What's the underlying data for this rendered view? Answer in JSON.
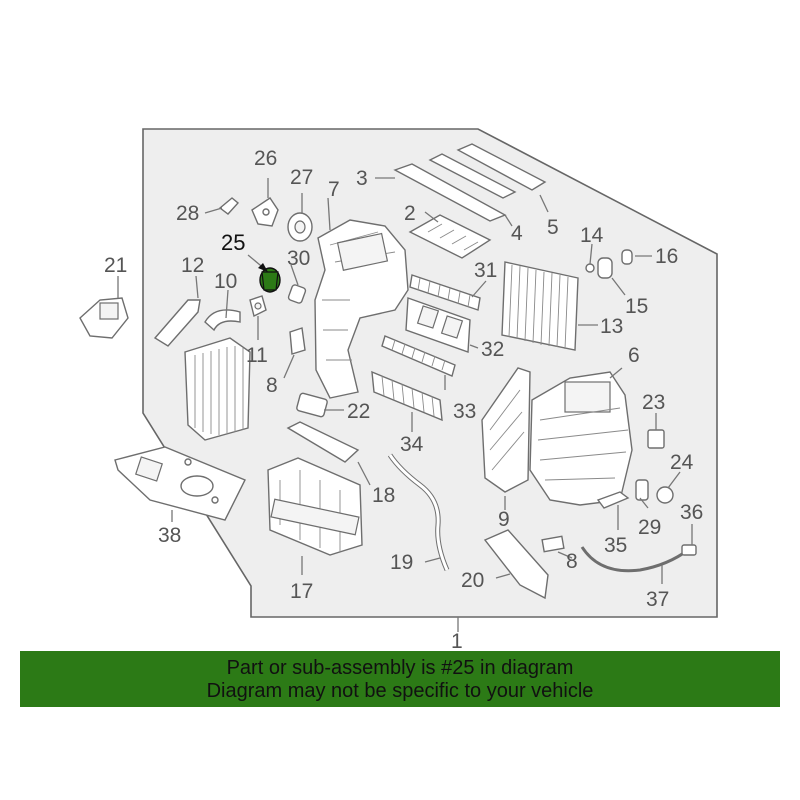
{
  "diagram": {
    "part_numbers": [
      "1",
      "2",
      "3",
      "4",
      "5",
      "6",
      "7",
      "8",
      "8",
      "9",
      "10",
      "11",
      "12",
      "13",
      "14",
      "15",
      "16",
      "17",
      "18",
      "19",
      "20",
      "21",
      "22",
      "23",
      "24",
      "25",
      "26",
      "27",
      "28",
      "29",
      "30",
      "31",
      "32",
      "33",
      "34",
      "35",
      "36",
      "37",
      "38"
    ],
    "highlighted_part": "25",
    "highlight_color": "#2c7a16",
    "line_color": "#6e6e6e"
  },
  "banner": {
    "line1": "Part or sub-assembly is #25 in diagram",
    "line2": "Diagram may not be specific to your vehicle",
    "background": "#2c7a16"
  }
}
